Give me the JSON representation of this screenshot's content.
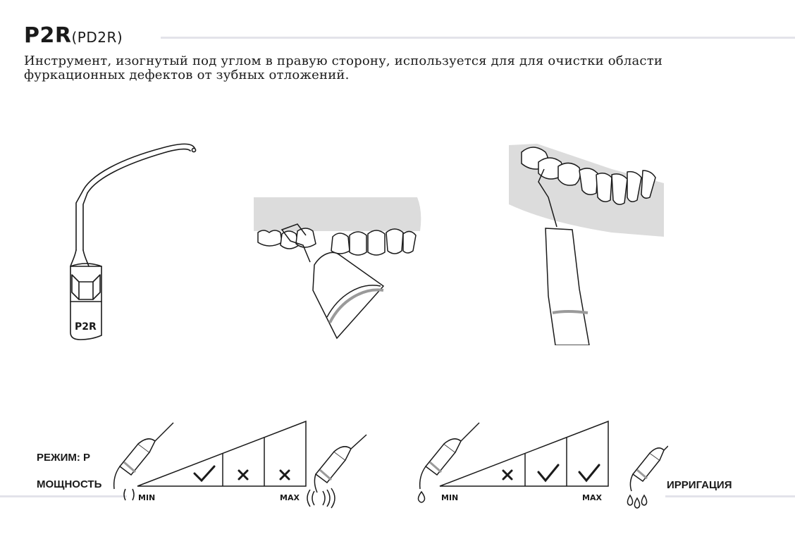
{
  "header": {
    "code": "P2R",
    "alt_code": "(PD2R)",
    "description_line1": "Инструмент, изогнутый под углом в правую сторону, используется для для очистки области",
    "description_line2": "фуркационных дефектов от зубных отложений."
  },
  "tip_figure": {
    "engraving": "P2R"
  },
  "settings": {
    "mode_label": "РЕЖИМ: P",
    "power_label": "МОЩНОСТЬ",
    "irrigation_label": "ИРРИГАЦИЯ",
    "power_scale": {
      "min_label": "MIN",
      "max_label": "MAX",
      "levels": [
        "check",
        "cross",
        "cross"
      ]
    },
    "irrigation_scale": {
      "min_label": "MIN",
      "max_label": "MAX",
      "levels": [
        "cross",
        "check",
        "check"
      ]
    }
  },
  "colors": {
    "text": "#1a1a1a",
    "rule": "#e3e3ea",
    "gum": "#dcdcdc",
    "band": "#9a9a9a"
  }
}
